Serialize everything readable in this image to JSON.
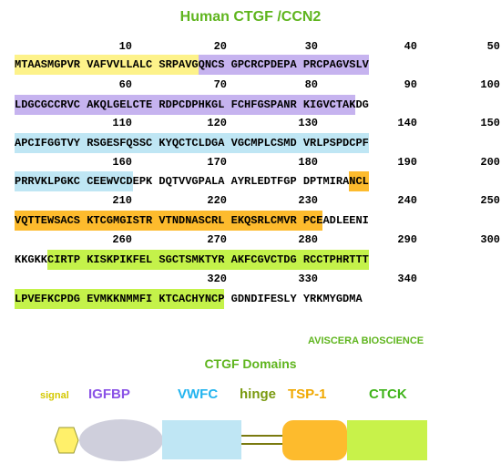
{
  "title": "Human CTGF /CCN2",
  "rows": [
    {
      "numbers": [
        "10",
        "20",
        "30",
        "40",
        "50"
      ],
      "segments": [
        {
          "text": "MTAASMGPVR VAFVVLLALC SRPAVG",
          "color": "yellow"
        },
        {
          "text": "QNCS GPCRCPDEPA PRCPAGVSLV",
          "color": "lavender"
        }
      ]
    },
    {
      "numbers": [
        "60",
        "70",
        "80",
        "90",
        "100"
      ],
      "segments": [
        {
          "text": "LDGCGCCRVC AKQLGELCTE RDPCDPHKGL FCHFGSPANR KIGVCTAK",
          "color": "lavender"
        },
        {
          "text": "DG",
          "color": "none"
        }
      ]
    },
    {
      "numbers": [
        "110",
        "120",
        "130",
        "140",
        "150"
      ],
      "segments": [
        {
          "text": "APCIFGGTVY RSGESFQSSC KYQCTCLDGA VGCMPLCSMD VRLPSPDCPF",
          "color": "cyan"
        }
      ]
    },
    {
      "numbers": [
        "160",
        "170",
        "180",
        "190",
        "200"
      ],
      "segments": [
        {
          "text": "PRRVKLPGKC CEEWVCD",
          "color": "cyan"
        },
        {
          "text": "EPK DQTVVGPALA AYRLEDTFGP DPTMIRA",
          "color": "none"
        },
        {
          "text": "NCL",
          "color": "orange"
        }
      ]
    },
    {
      "numbers": [
        "210",
        "220",
        "230",
        "240",
        "250"
      ],
      "segments": [
        {
          "text": "VQTTEWSACS KTCGMGISTR VTNDNASCRL EKQSRLCMVR PCE",
          "color": "orange"
        },
        {
          "text": "ADLEENI",
          "color": "none"
        }
      ]
    },
    {
      "numbers": [
        "260",
        "270",
        "280",
        "290",
        "300"
      ],
      "segments": [
        {
          "text": "KKGKK",
          "color": "none"
        },
        {
          "text": "CIRTP KISKPIKFEL SGCTSMKTYR AKFCGVCTDG RCCTPHRTTT",
          "color": "green"
        }
      ]
    },
    {
      "numbers": [
        "",
        "320",
        "330",
        "340",
        ""
      ],
      "segments": [
        {
          "text": "LPVEFKCPDG EVMKKNMMFI KTCACHYNCP",
          "color": "green"
        },
        {
          "text": " GDNDIFESLY YRKMYGDMA",
          "color": "none"
        }
      ]
    }
  ],
  "company": "AVISCERA BIOSCIENCE",
  "domains_title": "CTGF Domains",
  "legend": {
    "signal": "signal",
    "igfbp": "IGFBP",
    "vwfc": "VWFC",
    "hinge": "hinge",
    "tsp1": "TSP-1",
    "ctck": "CTCK"
  },
  "colors": {
    "title_green": "#5fb51e",
    "yellow": "#fdf28a",
    "lavender": "#c6b3ef",
    "cyan": "#bfe6f4",
    "orange": "#fdbb2d",
    "green": "#c4f24a",
    "signal_text": "#d4c800",
    "igfbp_text": "#8a52e6",
    "vwfc_text": "#22b4ef",
    "hinge_text": "#7a9a10",
    "tsp1_text": "#f0a800",
    "ctck_text": "#3fb41a",
    "signal_shape": "#fff06a",
    "igfbp_shape": "#cfcfdc",
    "vwfc_shape": "#bfe6f4",
    "hinge_line": "#7a7a10",
    "tsp1_shape": "#fdbb2d",
    "ctck_shape": "#c8f24a"
  }
}
